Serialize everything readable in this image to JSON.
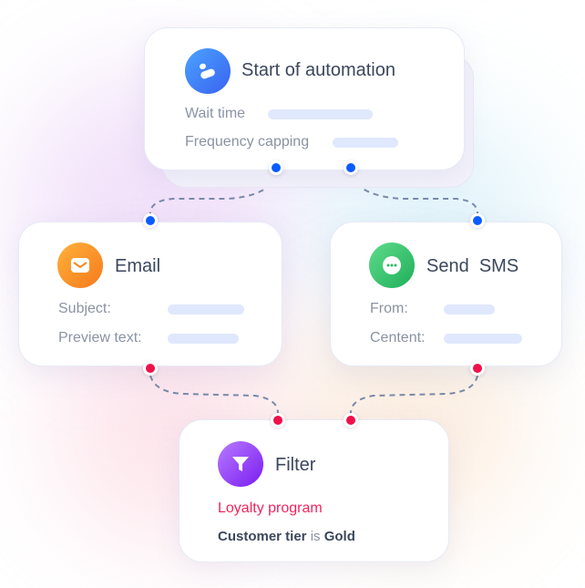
{
  "start": {
    "title": "Start of automation",
    "rows": [
      "Wait time",
      "Frequency capping"
    ],
    "icon": "bolt-logo-icon"
  },
  "email": {
    "title": "Email",
    "rows": [
      "Subject:",
      "Preview text:"
    ],
    "icon": "envelope-icon"
  },
  "sms": {
    "title": "Send  SMS",
    "rows": [
      "From:",
      "Centent:"
    ],
    "icon": "chat-bubble-icon"
  },
  "filter": {
    "title": "Filter",
    "group": "Loyalty program",
    "field": "Customer tier",
    "op": "is",
    "value": "Gold",
    "icon": "funnel-icon"
  },
  "colors": {
    "blue": "#0a5cff",
    "red": "#f0104a",
    "accent_pink": "#f0245a"
  }
}
